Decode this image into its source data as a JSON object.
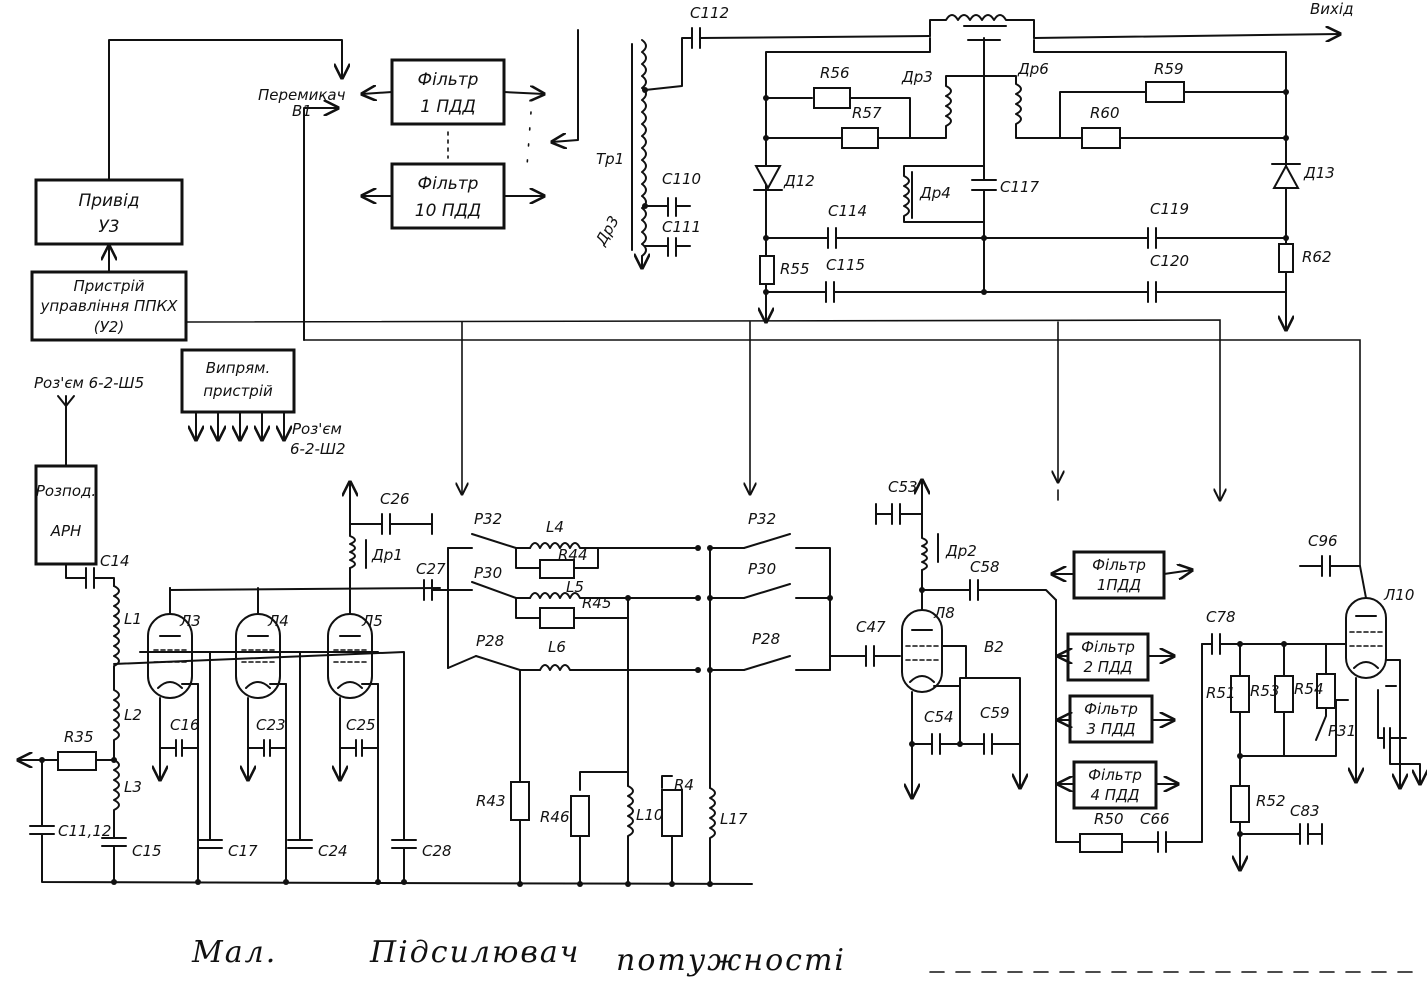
{
  "caption": {
    "prefix": "Мал.",
    "words": [
      "Підсилювач",
      "потужності"
    ]
  },
  "blocks": {
    "drive": [
      "Привід",
      "У3"
    ],
    "control": [
      "Пристрій",
      "управління ППКХ",
      "(У2)"
    ],
    "rectifier": [
      "Випрям.",
      "пристрій"
    ],
    "apc": [
      "Розпод.",
      "АРН"
    ],
    "filter1_top": [
      "Фільтр",
      "1 ПДД"
    ],
    "filter10": [
      "Фільтр",
      "10 ПДД"
    ],
    "filter1_right": [
      "Фільтр",
      "1ПДД"
    ],
    "filter2": [
      "Фільтр",
      "2 ПДД"
    ],
    "filter3": [
      "Фільтр",
      "3 ПДД"
    ],
    "filter4": [
      "Фільтр",
      "4 ПДД"
    ]
  },
  "labels": {
    "switch": [
      "Перемикач",
      "В1"
    ],
    "output": "Вихід",
    "connector_in": "Роз'єм 6-2-Ш5",
    "connector_out": [
      "Роз'єм",
      "6-2-Ш2"
    ],
    "tr1": "Тр1",
    "dr3_left": "Др3",
    "c112": "С112",
    "c110": "С110",
    "c111": "С111",
    "r56": "R56",
    "r57": "R57",
    "r59": "R59",
    "r60": "R60",
    "dr3": "Др3",
    "dr6": "Др6",
    "dr4": "Др4",
    "d12": "Д12",
    "d13": "Д13",
    "c117": "С117",
    "c114": "С114",
    "c115": "С115",
    "c119": "С119",
    "c120": "С120",
    "r55": "R55",
    "r62": "R62",
    "c14": "С14",
    "l1": "L1",
    "l2": "L2",
    "l3": "L3",
    "r35": "R35",
    "c1112": "С11,12",
    "c15": "С15",
    "l3t": "Л3",
    "l4t": "Л4",
    "l5t": "Л5",
    "c16": "С16",
    "c23": "С23",
    "c25": "С25",
    "c17": "С17",
    "c24": "С24",
    "c28": "С28",
    "c26": "С26",
    "dr1": "Др1",
    "c27": "С27",
    "p32a": "Р32",
    "p30a": "Р30",
    "p28a": "Р28",
    "l4": "L4",
    "r44": "R44",
    "l5": "L5",
    "r45": "R45",
    "l6": "L6",
    "p32b": "Р32",
    "p30b": "Р30",
    "p28b": "Р28",
    "r43": "R43",
    "r46": "R46",
    "l10": "L10",
    "r4": "R4",
    "l17": "L17",
    "c47": "С47",
    "c53": "С53",
    "dr2": "Др2",
    "c58": "С58",
    "l8t": "Л8",
    "b2": "В2",
    "c54": "С54",
    "c59": "С59",
    "r50": "R50",
    "c66": "С66",
    "c96": "С96",
    "l10t": "Л10",
    "c78": "С78",
    "r51": "R51",
    "r53": "R53",
    "r54": "R54",
    "p31": "Р31",
    "r52": "R52",
    "c83": "С83"
  },
  "colors": {
    "ink": "#111111",
    "paper": "#ffffff"
  }
}
